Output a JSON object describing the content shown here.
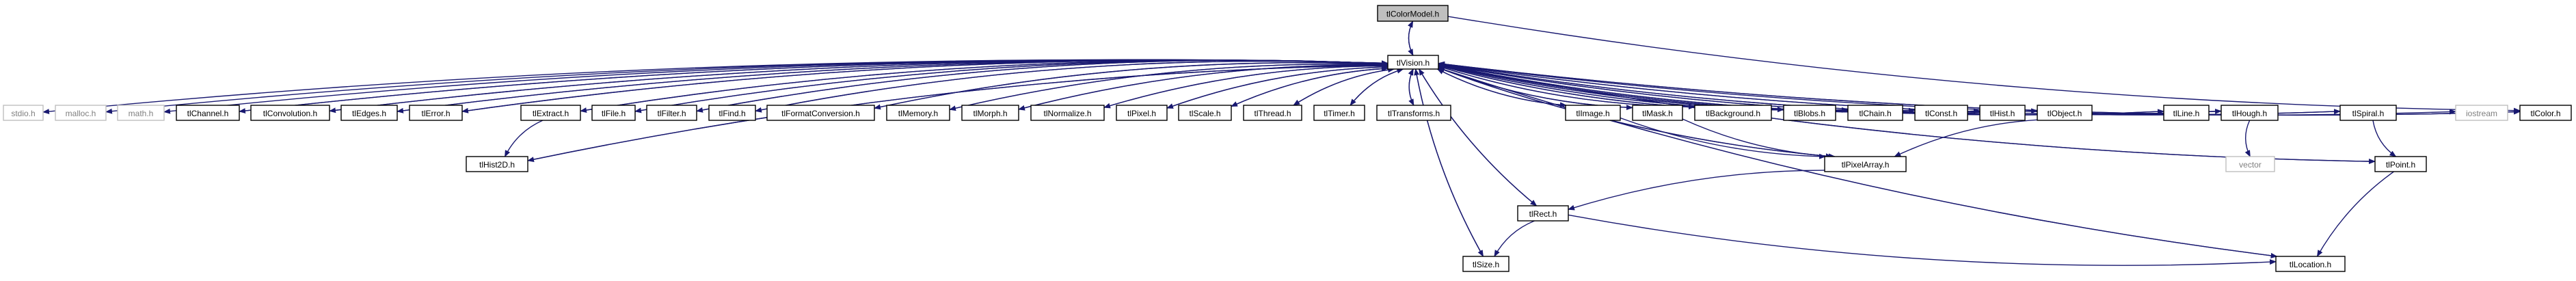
{
  "colors": {
    "edge": "#191970",
    "node_border": "#000000",
    "node_fill": "#ffffff",
    "root_fill": "#bfbfbf",
    "external_border": "#bfbfbf",
    "external_text": "#7f7f7f",
    "text": "#000000"
  },
  "nodes": {
    "tlColorModel_h": {
      "label": "tlColorModel.h",
      "kind": "root"
    },
    "tlVision_h": {
      "label": "tlVision.h",
      "kind": "file"
    },
    "stdio_h": {
      "label": "stdio.h",
      "kind": "external"
    },
    "malloc_h": {
      "label": "malloc.h",
      "kind": "external"
    },
    "math_h": {
      "label": "math.h",
      "kind": "external"
    },
    "tlChannel_h": {
      "label": "tlChannel.h",
      "kind": "file"
    },
    "tlConvolution_h": {
      "label": "tlConvolution.h",
      "kind": "file"
    },
    "tlEdges_h": {
      "label": "tlEdges.h",
      "kind": "file"
    },
    "tlError_h": {
      "label": "tlError.h",
      "kind": "file"
    },
    "tlExtract_h": {
      "label": "tlExtract.h",
      "kind": "file"
    },
    "tlFile_h": {
      "label": "tlFile.h",
      "kind": "file"
    },
    "tlFilter_h": {
      "label": "tlFilter.h",
      "kind": "file"
    },
    "tlFind_h": {
      "label": "tlFind.h",
      "kind": "file"
    },
    "tlFormatConversion_h": {
      "label": "tlFormatConversion.h",
      "kind": "file"
    },
    "tlMemory_h": {
      "label": "tlMemory.h",
      "kind": "file"
    },
    "tlMorph_h": {
      "label": "tlMorph.h",
      "kind": "file"
    },
    "tlNormalize_h": {
      "label": "tlNormalize.h",
      "kind": "file"
    },
    "tlPixel_h": {
      "label": "tlPixel.h",
      "kind": "file"
    },
    "tlScale_h": {
      "label": "tlScale.h",
      "kind": "file"
    },
    "tlThread_h": {
      "label": "tlThread.h",
      "kind": "file"
    },
    "tlTimer_h": {
      "label": "tlTimer.h",
      "kind": "file"
    },
    "tlTransforms_h": {
      "label": "tlTransforms.h",
      "kind": "file"
    },
    "tlImage_h": {
      "label": "tlImage.h",
      "kind": "file"
    },
    "tlMask_h": {
      "label": "tlMask.h",
      "kind": "file"
    },
    "tlBackground_h": {
      "label": "tlBackground.h",
      "kind": "file"
    },
    "tlBlobs_h": {
      "label": "tlBlobs.h",
      "kind": "file"
    },
    "tlChain_h": {
      "label": "tlChain.h",
      "kind": "file"
    },
    "tlConst_h": {
      "label": "tlConst.h",
      "kind": "file"
    },
    "tlHist_h": {
      "label": "tlHist.h",
      "kind": "file"
    },
    "tlObject_h": {
      "label": "tlObject.h",
      "kind": "file"
    },
    "tlLine_h": {
      "label": "tlLine.h",
      "kind": "file"
    },
    "tlHough_h": {
      "label": "tlHough.h",
      "kind": "file"
    },
    "tlSpiral_h": {
      "label": "tlSpiral.h",
      "kind": "file"
    },
    "iostream": {
      "label": "iostream",
      "kind": "external"
    },
    "tlColor_h": {
      "label": "tlColor.h",
      "kind": "file"
    },
    "tlHist2D_h": {
      "label": "tlHist2D.h",
      "kind": "file"
    },
    "tlPixelArray_h": {
      "label": "tlPixelArray.h",
      "kind": "file"
    },
    "vector": {
      "label": "vector",
      "kind": "external"
    },
    "tlPoint_h": {
      "label": "tlPoint.h",
      "kind": "file"
    },
    "tlRect_h": {
      "label": "tlRect.h",
      "kind": "file"
    },
    "tlSize_h": {
      "label": "tlSize.h",
      "kind": "file"
    },
    "tlLocation_h": {
      "label": "tlLocation.h",
      "kind": "file"
    }
  },
  "edges": [
    [
      "tlColorModel_h",
      "tlVision_h"
    ],
    [
      "tlColorModel_h",
      "tlColor_h"
    ],
    [
      "tlVision_h",
      "tlColorModel_h"
    ],
    [
      "tlVision_h",
      "stdio_h"
    ],
    [
      "tlVision_h",
      "malloc_h"
    ],
    [
      "tlVision_h",
      "math_h"
    ],
    [
      "tlVision_h",
      "tlChannel_h"
    ],
    [
      "tlVision_h",
      "tlConvolution_h"
    ],
    [
      "tlVision_h",
      "tlEdges_h"
    ],
    [
      "tlVision_h",
      "tlError_h"
    ],
    [
      "tlVision_h",
      "tlExtract_h"
    ],
    [
      "tlVision_h",
      "tlFile_h"
    ],
    [
      "tlVision_h",
      "tlFilter_h"
    ],
    [
      "tlVision_h",
      "tlFind_h"
    ],
    [
      "tlVision_h",
      "tlFormatConversion_h"
    ],
    [
      "tlVision_h",
      "tlMemory_h"
    ],
    [
      "tlVision_h",
      "tlMorph_h"
    ],
    [
      "tlVision_h",
      "tlNormalize_h"
    ],
    [
      "tlVision_h",
      "tlPixel_h"
    ],
    [
      "tlVision_h",
      "tlScale_h"
    ],
    [
      "tlVision_h",
      "tlThread_h"
    ],
    [
      "tlVision_h",
      "tlTimer_h"
    ],
    [
      "tlVision_h",
      "tlTransforms_h"
    ],
    [
      "tlVision_h",
      "tlImage_h"
    ],
    [
      "tlVision_h",
      "tlMask_h"
    ],
    [
      "tlVision_h",
      "tlBackground_h"
    ],
    [
      "tlVision_h",
      "tlBlobs_h"
    ],
    [
      "tlVision_h",
      "tlChain_h"
    ],
    [
      "tlVision_h",
      "tlConst_h"
    ],
    [
      "tlVision_h",
      "tlHist_h"
    ],
    [
      "tlVision_h",
      "tlObject_h"
    ],
    [
      "tlVision_h",
      "tlLine_h"
    ],
    [
      "tlVision_h",
      "tlHough_h"
    ],
    [
      "tlVision_h",
      "tlSpiral_h"
    ],
    [
      "tlVision_h",
      "iostream"
    ],
    [
      "tlVision_h",
      "tlColor_h"
    ],
    [
      "tlVision_h",
      "tlHist2D_h"
    ],
    [
      "tlVision_h",
      "tlPixelArray_h"
    ],
    [
      "tlVision_h",
      "tlPoint_h"
    ],
    [
      "tlVision_h",
      "tlRect_h"
    ],
    [
      "tlVision_h",
      "tlSize_h"
    ],
    [
      "tlVision_h",
      "tlLocation_h"
    ],
    [
      "tlChannel_h",
      "tlVision_h"
    ],
    [
      "tlConvolution_h",
      "tlVision_h"
    ],
    [
      "tlEdges_h",
      "tlVision_h"
    ],
    [
      "tlError_h",
      "tlVision_h"
    ],
    [
      "tlExtract_h",
      "tlVision_h"
    ],
    [
      "tlExtract_h",
      "tlHist2D_h"
    ],
    [
      "tlFile_h",
      "tlVision_h"
    ],
    [
      "tlFilter_h",
      "tlVision_h"
    ],
    [
      "tlFind_h",
      "tlVision_h"
    ],
    [
      "tlFormatConversion_h",
      "tlVision_h"
    ],
    [
      "tlMemory_h",
      "tlVision_h"
    ],
    [
      "tlMorph_h",
      "tlVision_h"
    ],
    [
      "tlNormalize_h",
      "tlVision_h"
    ],
    [
      "tlPixel_h",
      "tlVision_h"
    ],
    [
      "tlScale_h",
      "tlVision_h"
    ],
    [
      "tlThread_h",
      "tlVision_h"
    ],
    [
      "tlTimer_h",
      "tlVision_h"
    ],
    [
      "tlTransforms_h",
      "tlVision_h"
    ],
    [
      "tlImage_h",
      "tlVision_h"
    ],
    [
      "tlImage_h",
      "tlPixelArray_h"
    ],
    [
      "tlMask_h",
      "tlVision_h"
    ],
    [
      "tlMask_h",
      "tlPixelArray_h"
    ],
    [
      "tlBackground_h",
      "tlVision_h"
    ],
    [
      "tlBlobs_h",
      "tlVision_h"
    ],
    [
      "tlChain_h",
      "tlVision_h"
    ],
    [
      "tlConst_h",
      "tlVision_h"
    ],
    [
      "tlHist_h",
      "tlVision_h"
    ],
    [
      "tlObject_h",
      "tlVision_h"
    ],
    [
      "tlObject_h",
      "tlPixelArray_h"
    ],
    [
      "tlLine_h",
      "tlVision_h"
    ],
    [
      "tlHough_h",
      "tlVision_h"
    ],
    [
      "tlHough_h",
      "vector"
    ],
    [
      "tlSpiral_h",
      "tlVision_h"
    ],
    [
      "tlSpiral_h",
      "tlPoint_h"
    ],
    [
      "tlColor_h",
      "tlVision_h"
    ],
    [
      "tlHist2D_h",
      "tlVision_h"
    ],
    [
      "tlPixelArray_h",
      "tlVision_h"
    ],
    [
      "tlPixelArray_h",
      "tlRect_h"
    ],
    [
      "tlPoint_h",
      "tlVision_h"
    ],
    [
      "tlPoint_h",
      "tlLocation_h"
    ],
    [
      "tlRect_h",
      "tlVision_h"
    ],
    [
      "tlRect_h",
      "tlSize_h"
    ],
    [
      "tlRect_h",
      "tlLocation_h"
    ],
    [
      "tlSize_h",
      "tlVision_h"
    ],
    [
      "tlLocation_h",
      "tlVision_h"
    ]
  ]
}
